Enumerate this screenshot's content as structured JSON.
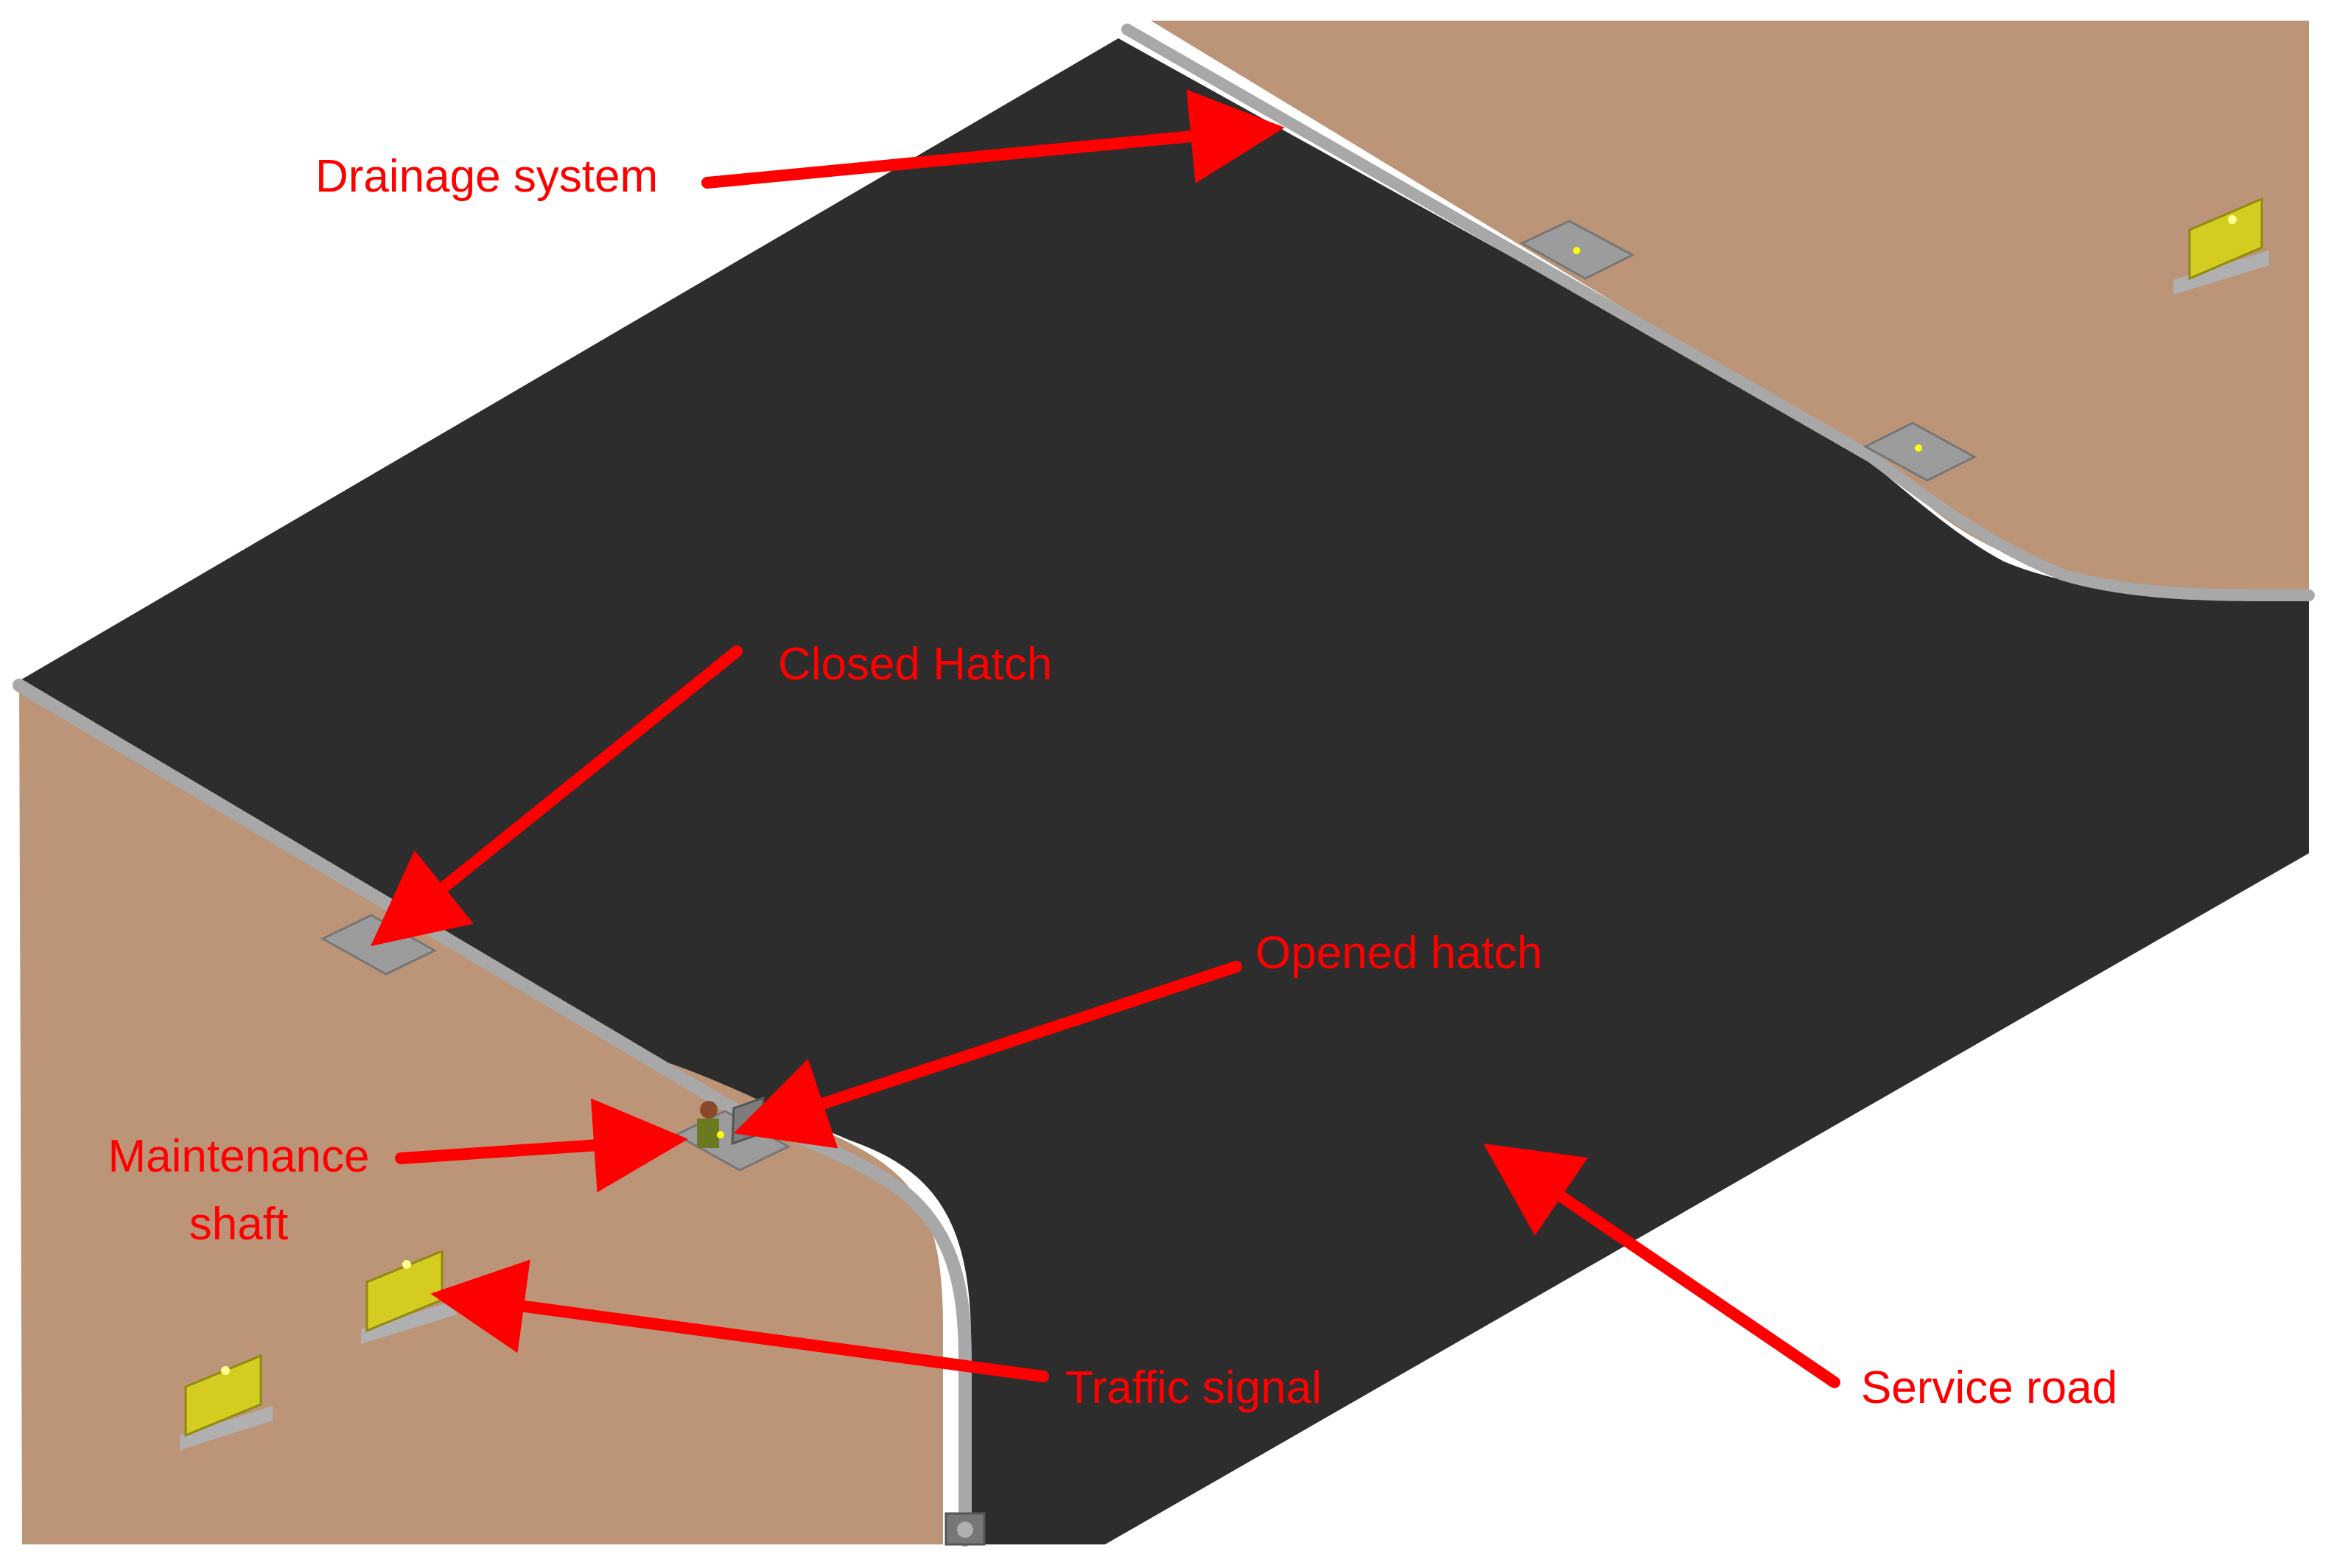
{
  "labels": {
    "drainage_system": "Drainage system",
    "closed_hatch": "Closed Hatch",
    "opened_hatch": "Opened hatch",
    "maintenance_shaft_line1": "Maintenance",
    "maintenance_shaft_line2": "shaft",
    "traffic_signal": "Traffic signal",
    "service_road": "Service road"
  },
  "colors": {
    "road": "#2d2d2d",
    "ground": "#bc9478",
    "curb": "#a8a8a8",
    "annotation": "#ff0000",
    "signal": "#d4cc20"
  }
}
